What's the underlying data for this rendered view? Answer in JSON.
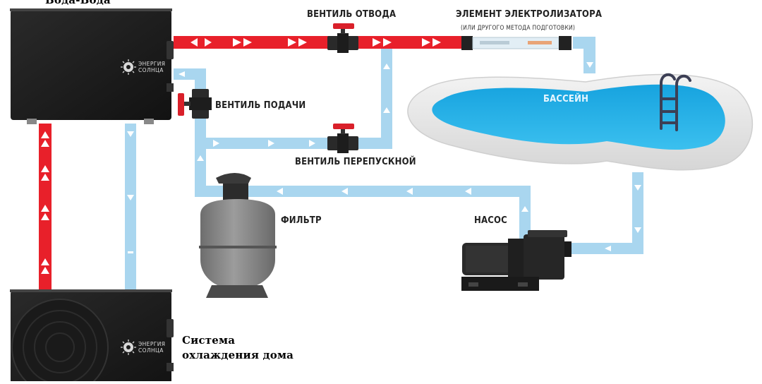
{
  "labels": {
    "unit_top": "Вода-Вода",
    "valve_outlet": "ВЕНТИЛЬ ОТВОДА",
    "electrolyzer": "ЭЛЕМЕНТ ЭЛЕКТРОЛИЗАТОРА",
    "electrolyzer_note": "(ИЛИ ДРУГОГО МЕТОДА ПОДГОТОВКИ)",
    "valve_inlet": "ВЕНТИЛЬ ПОДАЧИ",
    "valve_bypass": "ВЕНТИЛЬ ПЕРЕПУСКНОЙ",
    "pool": "БАССЕЙН",
    "filter": "ФИЛЬТР",
    "pump": "НАСОС",
    "cooling_line1": "Система",
    "cooling_line2": "охлаждения дома"
  },
  "brand": {
    "line1": "ЭНЕРГИЯ",
    "line2": "СОЛНЦА"
  },
  "colors": {
    "hot_pipe": "#e8202a",
    "cold_pipe": "#a9d6ef",
    "pool_water": "#29aee6",
    "unit_body": "#1c1c1c",
    "filter_body": "#8a8a8a",
    "valve_handle": "#d9202a"
  }
}
